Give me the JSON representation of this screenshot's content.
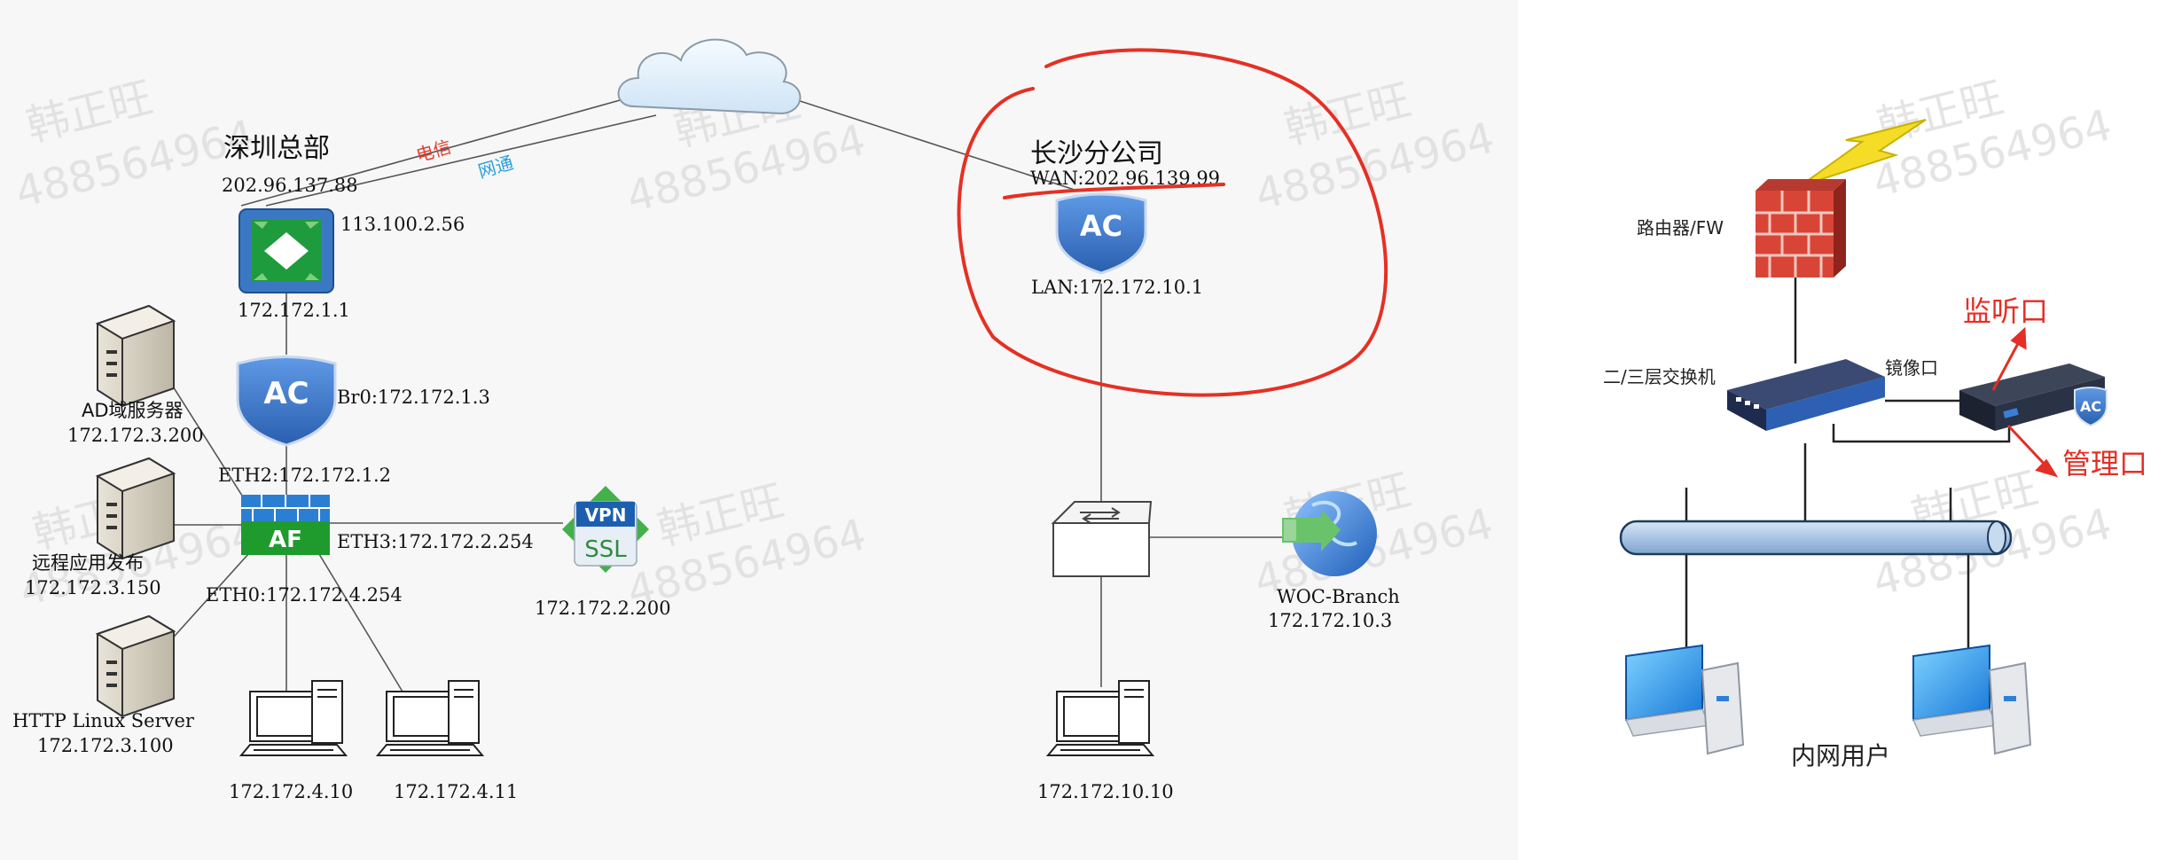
{
  "left_diagram": {
    "hq": {
      "title": "深圳总部",
      "ip_telecom": "202.96.137.88",
      "ip_unicom": "113.100.2.56",
      "label_telecom": "电信",
      "label_unicom": "网通",
      "router_ip": "172.172.1.1",
      "ac_label": "AC",
      "ac_br0": "Br0:172.172.1.3",
      "af_label": "AF",
      "af_eth2": "ETH2:172.172.1.2",
      "af_eth3": "ETH3:172.172.2.254",
      "af_eth0": "ETH0:172.172.4.254",
      "vpn_top": "VPN",
      "vpn_bottom": "SSL",
      "vpn_ip": "172.172.2.200",
      "servers": [
        {
          "name": "AD域服务器",
          "ip": "172.172.3.200"
        },
        {
          "name": "远程应用发布",
          "ip": "172.172.3.150"
        },
        {
          "name": "HTTP Linux Server",
          "ip": "172.172.3.100"
        }
      ],
      "pcs": [
        "172.172.4.10",
        "172.172.4.11"
      ]
    },
    "branch": {
      "title": "长沙分公司",
      "wan": "WAN:202.96.139.99",
      "ac_label": "AC",
      "lan": "LAN:172.172.10.1",
      "woc_name": "WOC-Branch",
      "woc_ip": "172.172.10.3",
      "pc_ip": "172.172.10.10"
    }
  },
  "right_diagram": {
    "firewall_label": "路由器/FW",
    "switch_label": "二/三层交换机",
    "mirror_label": "镜像口",
    "listen_label": "监听口",
    "mgmt_label": "管理口",
    "ac_label": "AC",
    "users_label": "内网用户"
  },
  "watermark": {
    "name": "韩正旺",
    "number": "488564964"
  },
  "colors": {
    "accent_red": "#e52e24",
    "ac_blue": "#3d7bd0",
    "af_green": "#1f9b2e",
    "line_gray": "#555555",
    "bus_blue": "#a9c5e3"
  }
}
